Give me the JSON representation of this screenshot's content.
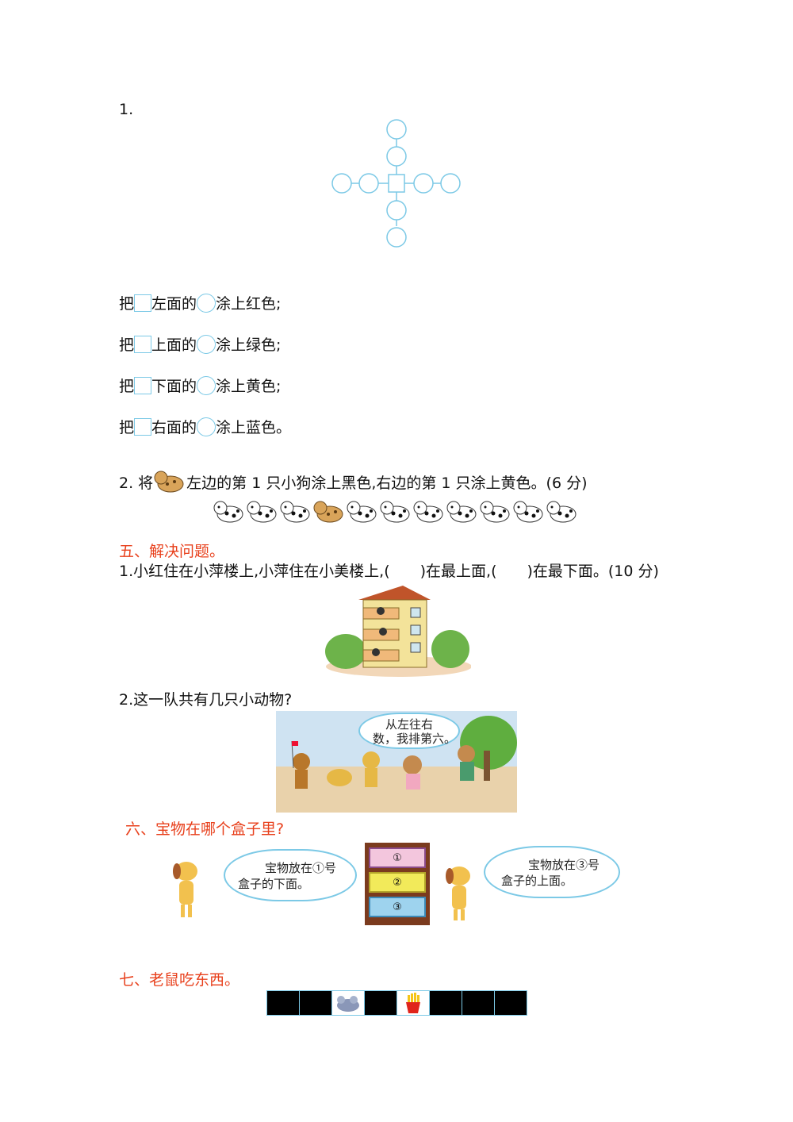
{
  "section_item1_number": "1.",
  "coloring": [
    {
      "pre": "把",
      "mid": "左面的",
      "post": "涂上红色;"
    },
    {
      "pre": "把",
      "mid": "上面的",
      "post": "涂上绿色;"
    },
    {
      "pre": "把",
      "mid": "下面的",
      "post": "涂上黄色;"
    },
    {
      "pre": "把",
      "mid": "右面的",
      "post": "涂上蓝色。"
    }
  ],
  "dog_task": {
    "prefix": "2. 将",
    "text": "左边的第 1 只小狗涂上黑色,右边的第 1 只涂上黄色。(6 分)",
    "dog_count": 11,
    "highlight_index": 3
  },
  "section5_title": "五、解决问题。",
  "q1": "1.小红住在小萍楼上,小萍住在小美楼上,(　　)在最上面,(　　)在最下面。(10 分)",
  "q2": "2.这一队共有几只小动物?",
  "q2_bubble": {
    "line1": "从左往右",
    "line2": "数，我排第六。"
  },
  "section6_title": "六、宝物在哪个盒子里?",
  "bubble_left": {
    "line1": "宝物放在①号",
    "line2": "盒子的下面。"
  },
  "bubble_right": {
    "line1": "宝物放在③号",
    "line2": "盒子的上面。"
  },
  "shelf_labels": [
    "①",
    "②",
    "③"
  ],
  "section7_title": "七、老鼠吃东西。",
  "colors": {
    "heading": "#e8401c",
    "outline": "#7cc9e6"
  }
}
